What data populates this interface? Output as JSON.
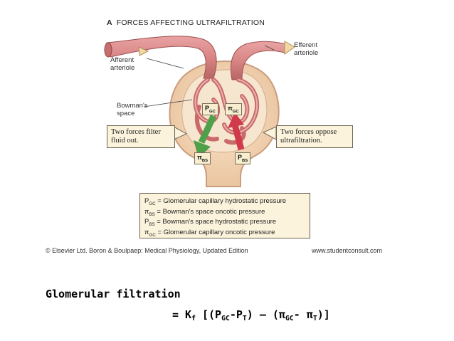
{
  "figure": {
    "panel_letter": "A",
    "title": "FORCES AFFECTING ULTRAFILTRATION",
    "labels": {
      "afferent": [
        "Afferent",
        "arteriole"
      ],
      "efferent": [
        "Efferent",
        "arteriole"
      ],
      "bowmans": [
        "Bowman's",
        "space"
      ]
    },
    "boxes": {
      "filter": [
        "Two forces filter",
        "fluid out."
      ],
      "oppose": [
        "Two forces oppose",
        "ultrafiltration."
      ]
    },
    "tags": {
      "pgc_main": "P",
      "pgc_sub": "GC",
      "pigc_main": "π",
      "pigc_sub": "GC",
      "pibs_main": "π",
      "pibs_sub": "BS",
      "pbs_main": "P",
      "pbs_sub": "BS"
    },
    "legend": [
      {
        "sym": "P",
        "sub": "GC",
        "text": "= Glomerular capillary hydrostatic pressure"
      },
      {
        "sym": "π",
        "sub": "BS",
        "text": "= Bowman's space oncotic pressure"
      },
      {
        "sym": "P",
        "sub": "BS",
        "text": "= Bowman's space hydrostatic pressure"
      },
      {
        "sym": "π",
        "sub": "GC",
        "text": "= Glomerular capillary oncotic pressure"
      }
    ],
    "credit": "© Elsevier Ltd. Boron & Boulpaep: Medical Physiology, Updated Edition",
    "credit_url": "www.studentconsult.com"
  },
  "formula": {
    "label": "Glomerular filtration",
    "line2_prefix": "= K",
    "kf_sub": "f",
    "open": " [(P",
    "pgc_sub": "GC",
    "minus1": "-P",
    "pt_sub": "T",
    "mid": ") – (π",
    "pigc_sub": "GC",
    "minus2": "- π",
    "pit_sub": "T",
    "close": ")]"
  },
  "colors": {
    "vessel": "#d98585",
    "vessel_dark": "#b35a5a",
    "capsule": "#f2d2b0",
    "capsule_edge": "#c99d7e",
    "green_arrow": "#4fa04a",
    "red_arrow": "#d03a4a",
    "box_fill": "#fbf3dc"
  }
}
